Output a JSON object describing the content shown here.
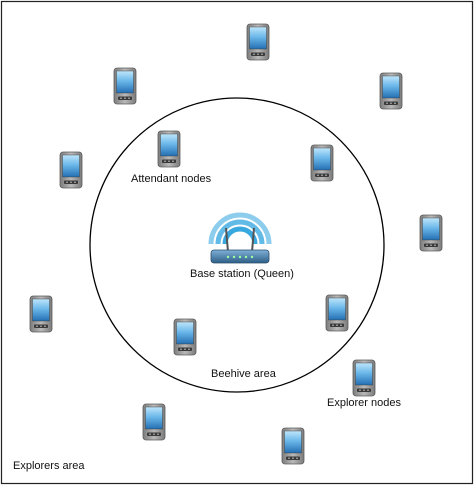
{
  "labels": {
    "explorers_area": "Explorers area",
    "beehive_area": "Beehive area",
    "attendant_nodes": "Attendant nodes",
    "explorer_nodes": "Explorer nodes",
    "base_station": "Base station (Queen)"
  },
  "icons": {
    "node": "mobile-phone-icon",
    "base": "wireless-router-icon"
  },
  "colors": {
    "border": "#222222",
    "circle": "#000000",
    "phone_body": "#9a9a9a",
    "screen_top": "#9fd8f7",
    "screen_bottom": "#2b7fc4",
    "wifi": "#2ea3dd",
    "router_body": "#4d7ea6"
  }
}
